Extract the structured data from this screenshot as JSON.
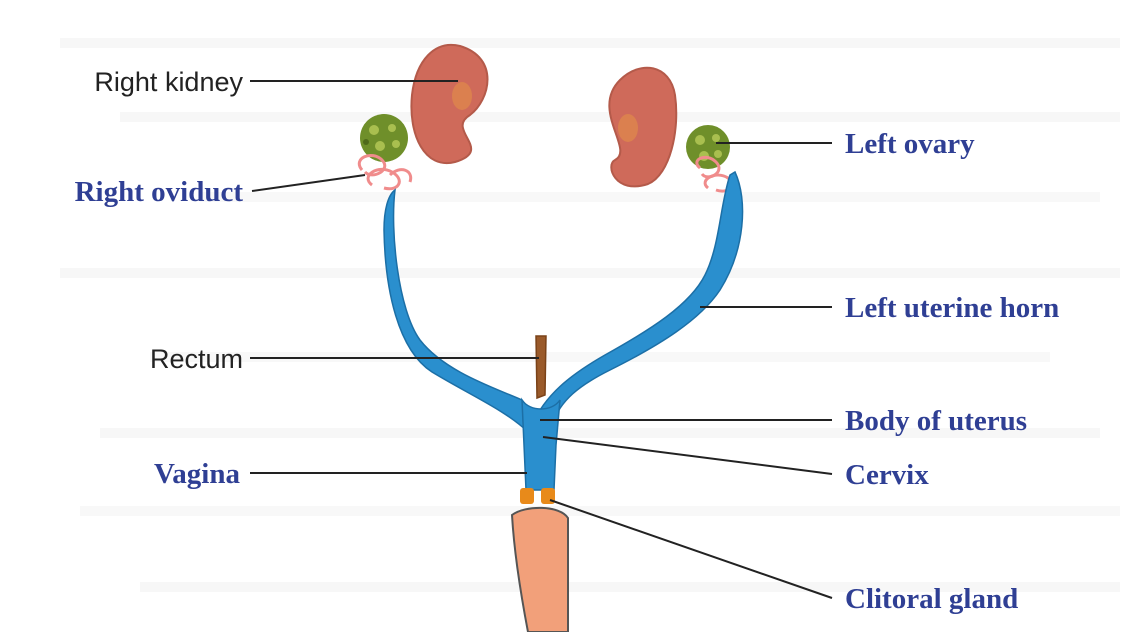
{
  "colors": {
    "anatomy_label": "#222222",
    "reproductive_label": "#2f3f94",
    "uterus": "#2a8fce",
    "uterus_outline": "#1c6fa6",
    "kidney": "#cf6a5a",
    "kidney_highlight": "#e08a4a",
    "ovary_green": "#6f8f2a",
    "ovary_spot": "#a9bf4f",
    "oviduct": "#f08c8c",
    "rectum": "#9a5a2a",
    "clitoral_gland": "#e88a1a",
    "vaginal_canal": "#f2a07a",
    "body_outline": "#555555",
    "leader_line": "#222222"
  },
  "labels": {
    "right_kidney": "Right kidney",
    "rectum": "Rectum",
    "right_oviduct": "Right oviduct",
    "vagina": "Vagina",
    "left_ovary": "Left ovary",
    "left_uterine_horn": "Left uterine horn",
    "body_of_uterus": "Body of uterus",
    "cervix": "Cervix",
    "clitoral_gland": "Clitoral gland"
  }
}
